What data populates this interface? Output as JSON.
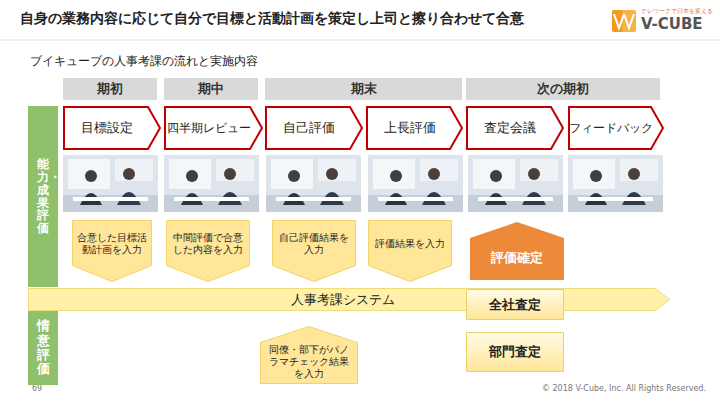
{
  "diagram": {
    "title": "自身の業務内容に応じて自分で目標と活動計画を策定し上司と擦り合わせて合意",
    "nodes": [
      {
        "text": [
          "期初"
        ]
      },
      {
        "text": [
          "期中"
        ]
      },
      {
        "text": [
          "期末"
        ]
      },
      {
        "text": [
          "次の期初"
        ]
      },
      {
        "text": [
          "目標設定"
        ]
      },
      {
        "text": [
          "四半期レビュー"
        ]
      },
      {
        "text": [
          "自己評価"
        ]
      },
      {
        "text": [
          "上長評価"
        ]
      },
      {
        "text": [
          "査定会議"
        ]
      },
      {
        "text": [
          "フィードバック"
        ]
      },
      {
        "text": [
          "能力・成果評価"
        ]
      },
      {
        "text": [
          "情意評価"
        ]
      },
      {
        "text": [
          "合意した目標活動計画を入力"
        ]
      },
      {
        "text": [
          "中間評価で合意した内容を入力"
        ]
      },
      {
        "text": [
          "自己評価結果を入力"
        ]
      },
      {
        "text": [
          "評価結果を入力"
        ]
      },
      {
        "text": [
          "評価確定"
        ]
      },
      {
        "text": [
          "人事考課システム"
        ]
      },
      {
        "text": [
          "全社査定"
        ]
      },
      {
        "text": [
          "部門査定"
        ]
      },
      {
        "text": [
          "同僚・部下がパノラマチェック結果を入力"
        ]
      }
    ],
    "labels": [
      "テレワークで日本を変える",
      "V-CUBE",
      "ブイキューブの人事考課の流れと実施内容",
      "69",
      "© 2018 V-Cube, Inc. All Rights Reserved."
    ]
  }
}
